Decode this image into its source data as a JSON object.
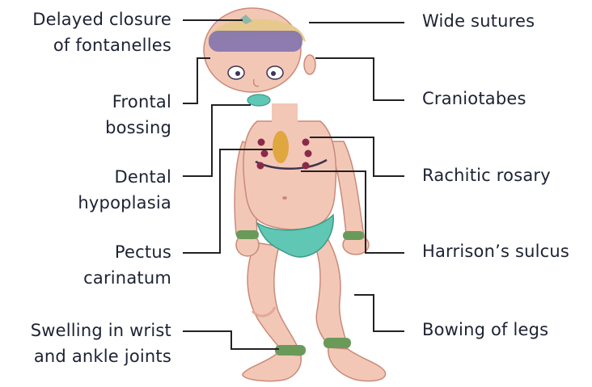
{
  "labels": {
    "delayed_closure": [
      "Delayed closure",
      "of fontanelles"
    ],
    "frontal_bossing": [
      "Frontal",
      "bossing"
    ],
    "dental_hypoplasia": [
      "Dental",
      "hypoplasia"
    ],
    "pectus_carinatum": [
      "Pectus",
      "carinatum"
    ],
    "swelling_joints": [
      "Swelling in wrist",
      "and ankle joints"
    ],
    "wide_sutures": [
      "Wide sutures"
    ],
    "craniotabes": [
      "Craniotabes"
    ],
    "rachitic_rosary": [
      "Rachitic rosary"
    ],
    "harrisons_sulcus": [
      "Harrison’s sulcus"
    ],
    "bowing_of_legs": [
      "Bowing of legs"
    ]
  },
  "colors": {
    "text": "#1d2233",
    "line": "#222222",
    "skin": "#f3c7b6",
    "skin_shade": "#e3a897",
    "diaper": "#5fc7b3",
    "bands": "#6a9a5a",
    "forehead": "#7b6fb0",
    "sternum": "#e0a640",
    "rosary": "#8a2a4a"
  }
}
